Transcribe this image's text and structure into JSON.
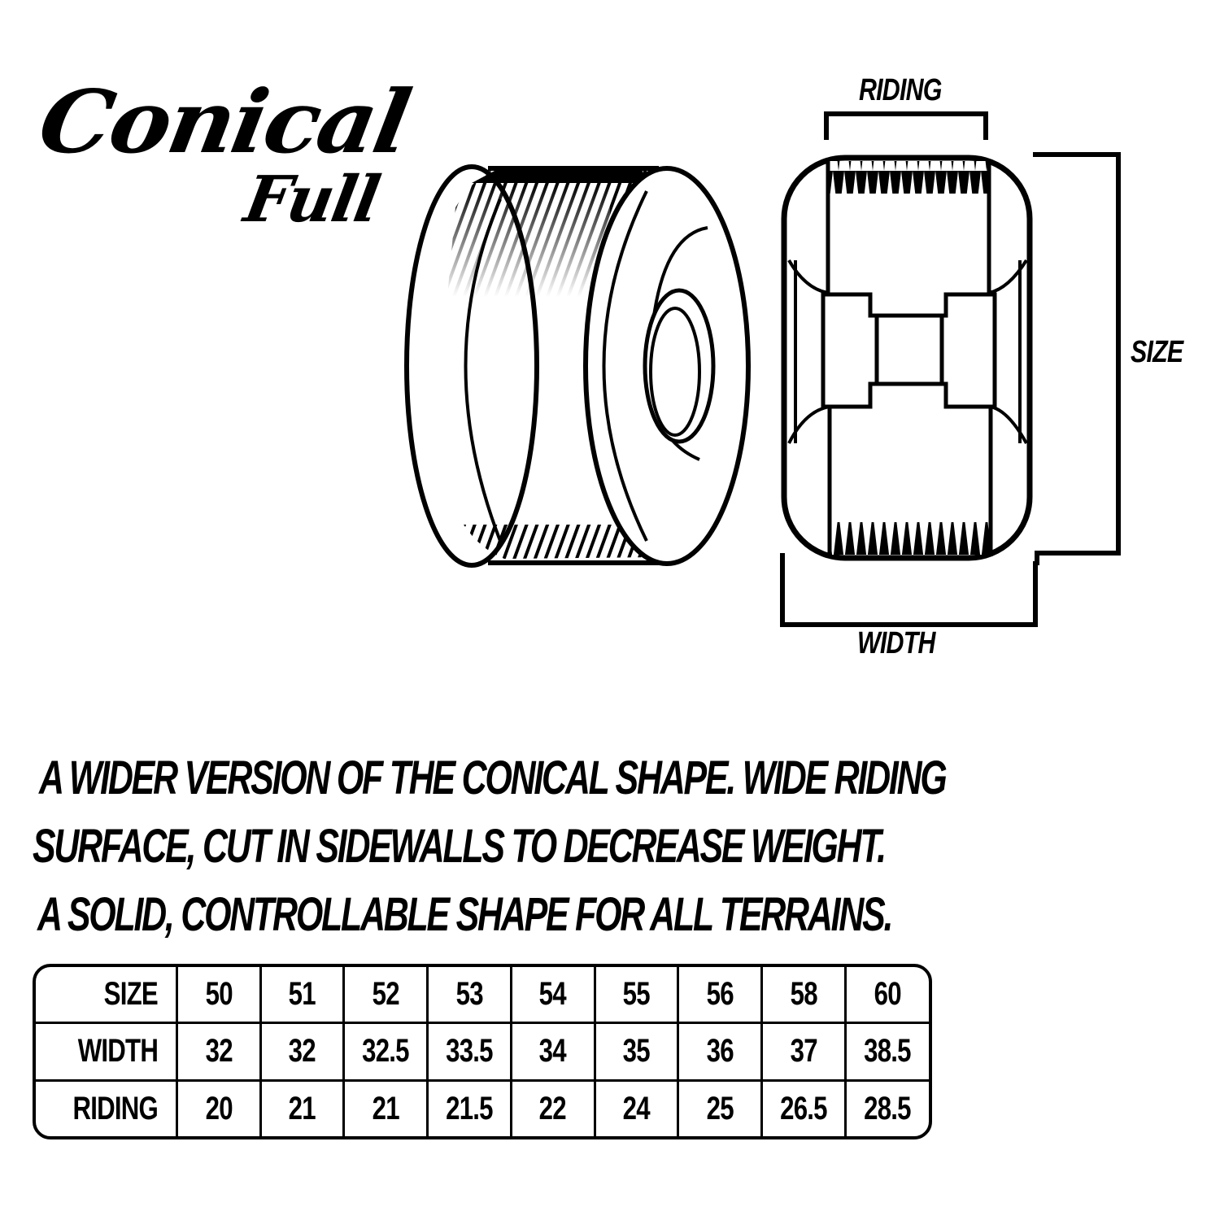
{
  "title": {
    "main": "Conical",
    "sub": "Full"
  },
  "diagram": {
    "labels": {
      "riding": "RIDING",
      "size": "SIZE",
      "width": "WIDTH"
    },
    "illustrations": [
      "wheel-perspective",
      "wheel-cross-section-profile"
    ]
  },
  "description": {
    "lines": [
      "A WIDER VERSION OF THE CONICAL SHAPE. WIDE RIDING",
      "SURFACE, CUT IN SIDEWALLS TO DECREASE WEIGHT.",
      "A SOLID, CONTROLLABLE SHAPE FOR ALL TERRAINS."
    ]
  },
  "size_table": {
    "rows": [
      {
        "label": "SIZE",
        "values": [
          "50",
          "51",
          "52",
          "53",
          "54",
          "55",
          "56",
          "58",
          "60"
        ]
      },
      {
        "label": "WIDTH",
        "values": [
          "32",
          "32",
          "32.5",
          "33.5",
          "34",
          "35",
          "36",
          "37",
          "38.5"
        ]
      },
      {
        "label": "RIDING",
        "values": [
          "20",
          "21",
          "21",
          "21.5",
          "22",
          "24",
          "25",
          "26.5",
          "28.5"
        ]
      }
    ]
  }
}
